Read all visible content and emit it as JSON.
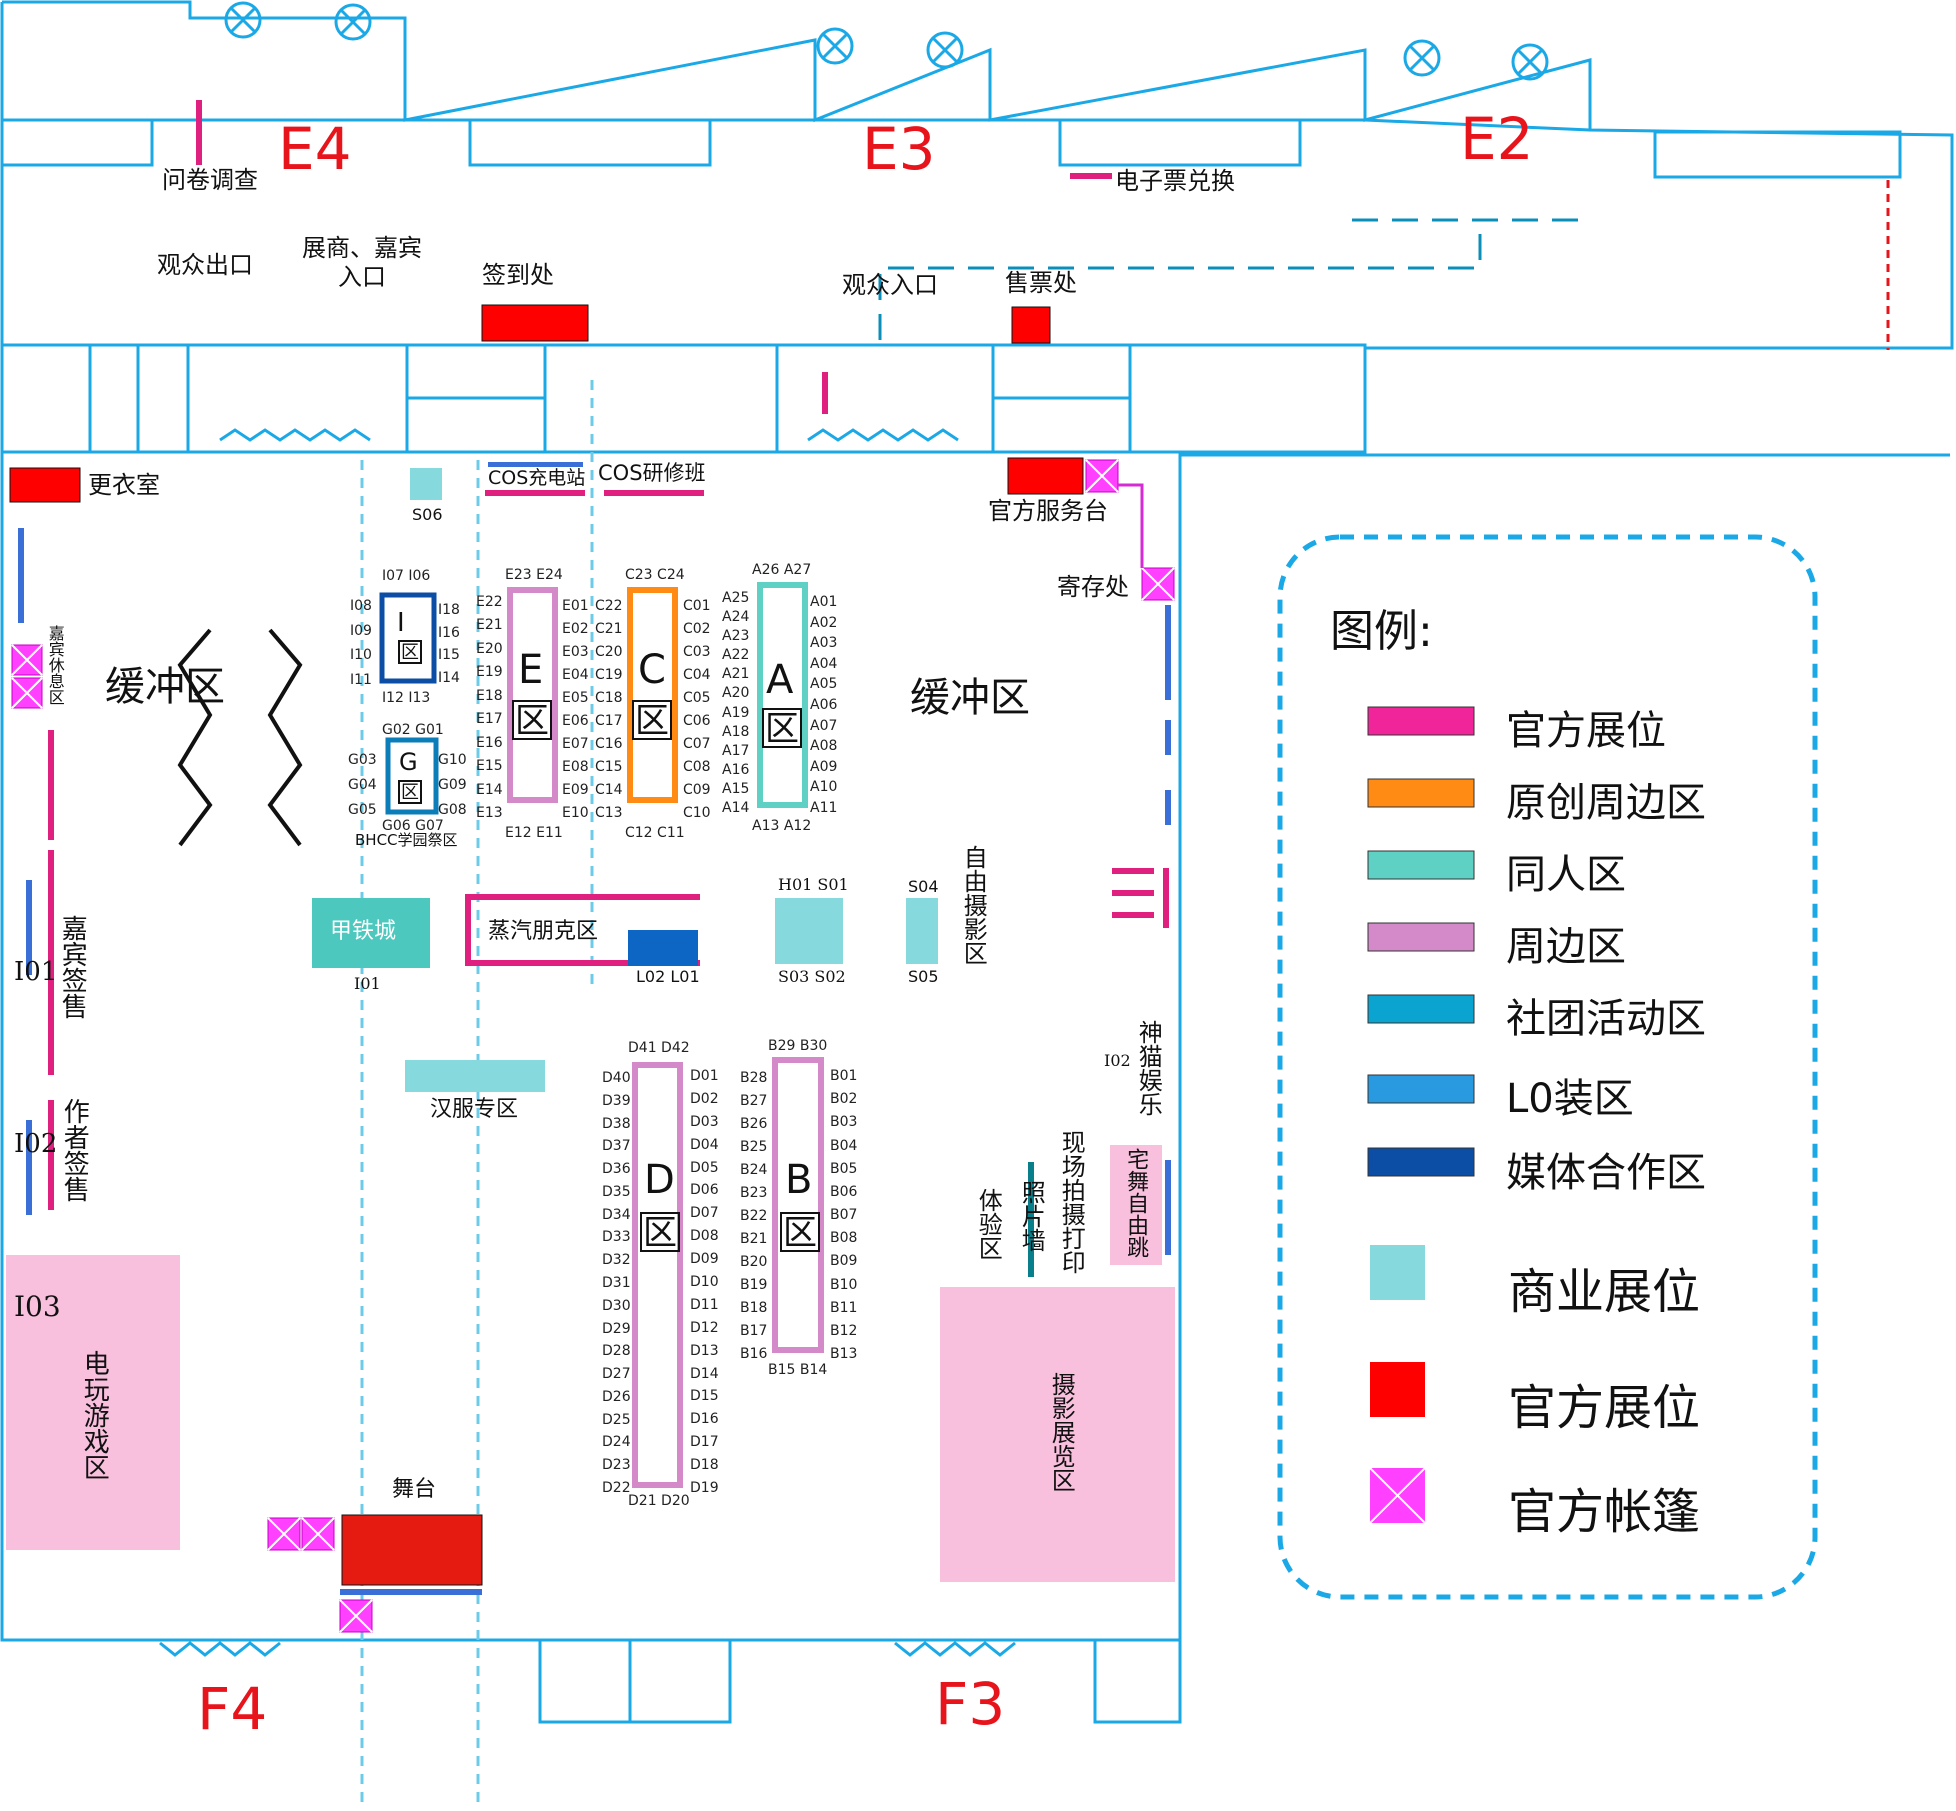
{
  "halls": {
    "e4": "E4",
    "e3": "E3",
    "e2": "E2",
    "f4": "F4",
    "f3": "F3"
  },
  "labels": {
    "survey": "问卷调查",
    "exit": "观众出口",
    "exhibitor_entry_1": "展商、嘉宾",
    "exhibitor_entry_2": "入口",
    "checkin": "签到处",
    "entry": "观众入口",
    "ticket_office": "售票处",
    "eticket": "电子票兑换",
    "changing": "更衣室",
    "cos_charge": "COS充电站",
    "cos_class": "COS研修班",
    "service_desk": "官方服务台",
    "storage": "寄存处",
    "buffer_left": "缓冲区",
    "buffer_right": "缓冲区",
    "guest_rest": "嘉宾休息区",
    "guest_sign": "嘉宾签售",
    "author_sign": "作者签售",
    "game_zone": "电玩游戏区",
    "stage": "舞台",
    "hanfu": "汉服专区",
    "jiatie": "甲铁城",
    "steampunk": "蒸汽朋克区",
    "bhcc": "BHCC学园祭区",
    "free_photo": "自由摄影区",
    "shenmao": "神猫娱乐",
    "otaku_dance": "宅舞自由跳",
    "photo_print": "现场拍摄打印",
    "photo_wall": "照片墙",
    "experience": "体验区",
    "photo_exhibit": "摄影展览区",
    "i01": "I01",
    "i02a": "I02",
    "i02b": "I02",
    "i03": "I03",
    "s06": "S06",
    "s04": "S04",
    "s05": "S05",
    "h01s01": "H01  S01",
    "s03s02": "S03  S02",
    "l02l01": "L02  L01"
  },
  "zones": {
    "I": {
      "title": "I",
      "sub": "区"
    },
    "G": {
      "title": "G",
      "sub": "区"
    },
    "E": {
      "title": "E",
      "sub": "区"
    },
    "C": {
      "title": "C",
      "sub": "区"
    },
    "A": {
      "title": "A",
      "sub": "区"
    },
    "D": {
      "title": "D",
      "sub": "区"
    },
    "B": {
      "title": "B",
      "sub": "区"
    }
  },
  "codes": {
    "I_top": "I07 I06",
    "I_left": [
      "I08",
      "I09",
      "I10",
      "I11"
    ],
    "I_right": [
      "I18",
      "I16",
      "I15",
      "I14"
    ],
    "I_bottom": "I12 I13",
    "G_top": "G02  G01",
    "G_left": [
      "G03",
      "G04",
      "G05"
    ],
    "G_right": [
      "G10",
      "G09",
      "G08"
    ],
    "G_bottom": "G06 G07",
    "E_top": "E23  E24",
    "E_left": [
      "E22",
      "E21",
      "E20",
      "E19",
      "E18",
      "E17",
      "E16",
      "E15",
      "E14",
      "E13"
    ],
    "E_right": [
      "E01",
      "E02",
      "E03",
      "E04",
      "E05",
      "E06",
      "E07",
      "E08",
      "E09",
      "E10"
    ],
    "E_bottom": "E12   E11",
    "C_top": "C23  C24",
    "C_left": [
      "C22",
      "C21",
      "C20",
      "C19",
      "C18",
      "C17",
      "C16",
      "C15",
      "C14",
      "C13"
    ],
    "C_right": [
      "C01",
      "C02",
      "C03",
      "C04",
      "C05",
      "C06",
      "C07",
      "C08",
      "C09",
      "C10"
    ],
    "C_bottom": "C12   C11",
    "A_top": "A26  A27",
    "A_left": [
      "A25",
      "A24",
      "A23",
      "A22",
      "A21",
      "A20",
      "A19",
      "A18",
      "A17",
      "A16",
      "A15",
      "A14"
    ],
    "A_right": [
      "A01",
      "A02",
      "A03",
      "A04",
      "A05",
      "A06",
      "A07",
      "A08",
      "A09",
      "A10",
      "A11"
    ],
    "A_bottom": "A13 A12",
    "D_top": "D41  D42",
    "D_left": [
      "D40",
      "D39",
      "D38",
      "D37",
      "D36",
      "D35",
      "D34",
      "D33",
      "D32",
      "D31",
      "D30",
      "D29",
      "D28",
      "D27",
      "D26",
      "D25",
      "D24",
      "D23",
      "D22"
    ],
    "D_right": [
      "D01",
      "D02",
      "D03",
      "D04",
      "D05",
      "D06",
      "D07",
      "D08",
      "D09",
      "D10",
      "D11",
      "D12",
      "D13",
      "D14",
      "D15",
      "D16",
      "D17",
      "D18",
      "D19"
    ],
    "D_bottom": "D21 D20",
    "B_top": "B29  B30",
    "B_left": [
      "B28",
      "B27",
      "B26",
      "B25",
      "B24",
      "B23",
      "B22",
      "B21",
      "B20",
      "B19",
      "B18",
      "B17",
      "B16"
    ],
    "B_right": [
      "B01",
      "B02",
      "B03",
      "B04",
      "B05",
      "B06",
      "B07",
      "B08",
      "B09",
      "B10",
      "B11",
      "B12",
      "B13"
    ],
    "B_bottom": "B15  B14"
  },
  "legend": {
    "title": "图例:",
    "items": [
      {
        "label": "官方展位",
        "color": "#f0259a",
        "kind": "bar"
      },
      {
        "label": "原创周边区",
        "color": "#ff8a14",
        "kind": "bar"
      },
      {
        "label": "同人区",
        "color": "#5ed1c4",
        "kind": "bar"
      },
      {
        "label": "周边区",
        "color": "#d48ac8",
        "kind": "bar"
      },
      {
        "label": "社团活动区",
        "color": "#0ba3cf",
        "kind": "bar"
      },
      {
        "label": "L0装区",
        "color": "#2a9ae0",
        "kind": "bar"
      },
      {
        "label": "媒体合作区",
        "color": "#0c4ea5",
        "kind": "bar"
      },
      {
        "label": "商业展位",
        "color": "#86d9dc",
        "kind": "square"
      },
      {
        "label": "官方展位",
        "color": "#ff0000",
        "kind": "square"
      },
      {
        "label": "官方帐篷",
        "color": "#ff00ff",
        "kind": "tent"
      }
    ]
  },
  "colors": {
    "wall": "#1aa9e6",
    "hall": "#e8141c",
    "official": "#f0259a",
    "red": "#ff0000",
    "tent": "#ff00ff"
  }
}
